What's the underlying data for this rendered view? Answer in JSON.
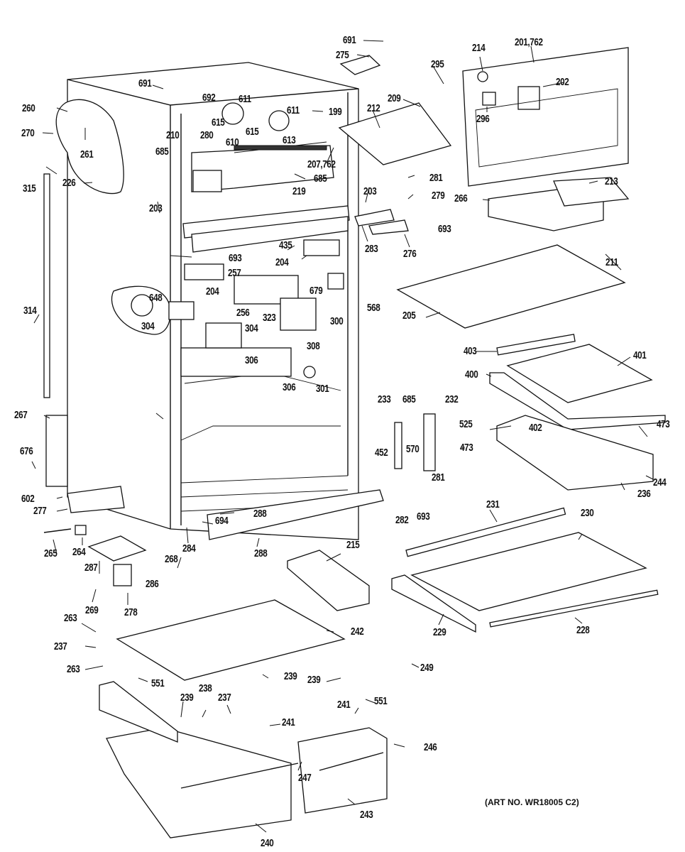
{
  "title": "Refrigerator cabinet, shelves and drawers exploded parts diagram",
  "art_number": "(ART NO. WR18005 C2)",
  "callouts": [
    {
      "id": "c691a",
      "label": "691"
    },
    {
      "id": "c275",
      "label": "275"
    },
    {
      "id": "c214",
      "label": "214"
    },
    {
      "id": "c201",
      "label": "201,762"
    },
    {
      "id": "c295",
      "label": "295"
    },
    {
      "id": "c202",
      "label": "202"
    },
    {
      "id": "c209",
      "label": "209"
    },
    {
      "id": "c296",
      "label": "296"
    },
    {
      "id": "c212",
      "label": "212"
    },
    {
      "id": "c199",
      "label": "199"
    },
    {
      "id": "c691b",
      "label": "691"
    },
    {
      "id": "c692",
      "label": "692"
    },
    {
      "id": "c611a",
      "label": "611"
    },
    {
      "id": "c611b",
      "label": "611"
    },
    {
      "id": "c260",
      "label": "260"
    },
    {
      "id": "c270",
      "label": "270"
    },
    {
      "id": "c261",
      "label": "261"
    },
    {
      "id": "c210",
      "label": "210"
    },
    {
      "id": "c280",
      "label": "280"
    },
    {
      "id": "c615a",
      "label": "615"
    },
    {
      "id": "c615b",
      "label": "615"
    },
    {
      "id": "c610",
      "label": "610"
    },
    {
      "id": "c613",
      "label": "613"
    },
    {
      "id": "c685a",
      "label": "685"
    },
    {
      "id": "c207",
      "label": "207,762"
    },
    {
      "id": "c685b",
      "label": "685"
    },
    {
      "id": "c315",
      "label": "315"
    },
    {
      "id": "c226",
      "label": "226"
    },
    {
      "id": "c219",
      "label": "219"
    },
    {
      "id": "c281a",
      "label": "281"
    },
    {
      "id": "c279",
      "label": "279"
    },
    {
      "id": "c266",
      "label": "266"
    },
    {
      "id": "c213",
      "label": "213"
    },
    {
      "id": "c203a",
      "label": "203"
    },
    {
      "id": "c203b",
      "label": "203"
    },
    {
      "id": "c693a",
      "label": "693"
    },
    {
      "id": "c283",
      "label": "283"
    },
    {
      "id": "c276",
      "label": "276"
    },
    {
      "id": "c693b",
      "label": "693"
    },
    {
      "id": "c435",
      "label": "435"
    },
    {
      "id": "c204a",
      "label": "204"
    },
    {
      "id": "c211",
      "label": "211"
    },
    {
      "id": "c257",
      "label": "257"
    },
    {
      "id": "c204b",
      "label": "204"
    },
    {
      "id": "c679",
      "label": "679"
    },
    {
      "id": "c648",
      "label": "648"
    },
    {
      "id": "c256",
      "label": "256"
    },
    {
      "id": "c323",
      "label": "323"
    },
    {
      "id": "c300",
      "label": "300"
    },
    {
      "id": "c568",
      "label": "568"
    },
    {
      "id": "c205",
      "label": "205"
    },
    {
      "id": "c304a",
      "label": "304"
    },
    {
      "id": "c304b",
      "label": "304"
    },
    {
      "id": "c314",
      "label": "314"
    },
    {
      "id": "c308",
      "label": "308"
    },
    {
      "id": "c403",
      "label": "403"
    },
    {
      "id": "c401",
      "label": "401"
    },
    {
      "id": "c306a",
      "label": "306"
    },
    {
      "id": "c306b",
      "label": "306"
    },
    {
      "id": "c301",
      "label": "301"
    },
    {
      "id": "c400",
      "label": "400"
    },
    {
      "id": "c233",
      "label": "233"
    },
    {
      "id": "c685c",
      "label": "685"
    },
    {
      "id": "c232",
      "label": "232"
    },
    {
      "id": "c525",
      "label": "525"
    },
    {
      "id": "c402",
      "label": "402"
    },
    {
      "id": "c473a",
      "label": "473"
    },
    {
      "id": "c473b",
      "label": "473"
    },
    {
      "id": "c267",
      "label": "267"
    },
    {
      "id": "c570",
      "label": "570"
    },
    {
      "id": "c676",
      "label": "676"
    },
    {
      "id": "c452",
      "label": "452"
    },
    {
      "id": "c281b",
      "label": "281"
    },
    {
      "id": "c244",
      "label": "244"
    },
    {
      "id": "c236",
      "label": "236"
    },
    {
      "id": "c602",
      "label": "602"
    },
    {
      "id": "c277",
      "label": "277"
    },
    {
      "id": "c282",
      "label": "282"
    },
    {
      "id": "c693c",
      "label": "693"
    },
    {
      "id": "c694",
      "label": "694"
    },
    {
      "id": "c288a",
      "label": "288"
    },
    {
      "id": "c231",
      "label": "231"
    },
    {
      "id": "c230",
      "label": "230"
    },
    {
      "id": "c284",
      "label": "284"
    },
    {
      "id": "c265",
      "label": "265"
    },
    {
      "id": "c264",
      "label": "264"
    },
    {
      "id": "c288b",
      "label": "288"
    },
    {
      "id": "c287",
      "label": "287"
    },
    {
      "id": "c268",
      "label": "268"
    },
    {
      "id": "c215",
      "label": "215"
    },
    {
      "id": "c286",
      "label": "286"
    },
    {
      "id": "c269",
      "label": "269"
    },
    {
      "id": "c278",
      "label": "278"
    },
    {
      "id": "c263a",
      "label": "263"
    },
    {
      "id": "c229",
      "label": "229"
    },
    {
      "id": "c228",
      "label": "228"
    },
    {
      "id": "c242",
      "label": "242"
    },
    {
      "id": "c237a",
      "label": "237"
    },
    {
      "id": "c249",
      "label": "249"
    },
    {
      "id": "c263b",
      "label": "263"
    },
    {
      "id": "c551a",
      "label": "551"
    },
    {
      "id": "c239a",
      "label": "239"
    },
    {
      "id": "c239b",
      "label": "239"
    },
    {
      "id": "c238",
      "label": "238"
    },
    {
      "id": "c239c",
      "label": "239"
    },
    {
      "id": "c237b",
      "label": "237"
    },
    {
      "id": "c551b",
      "label": "551"
    },
    {
      "id": "c241a",
      "label": "241"
    },
    {
      "id": "c241b",
      "label": "241"
    },
    {
      "id": "c246",
      "label": "246"
    },
    {
      "id": "c247",
      "label": "247"
    },
    {
      "id": "c243",
      "label": "243"
    },
    {
      "id": "c240",
      "label": "240"
    }
  ]
}
